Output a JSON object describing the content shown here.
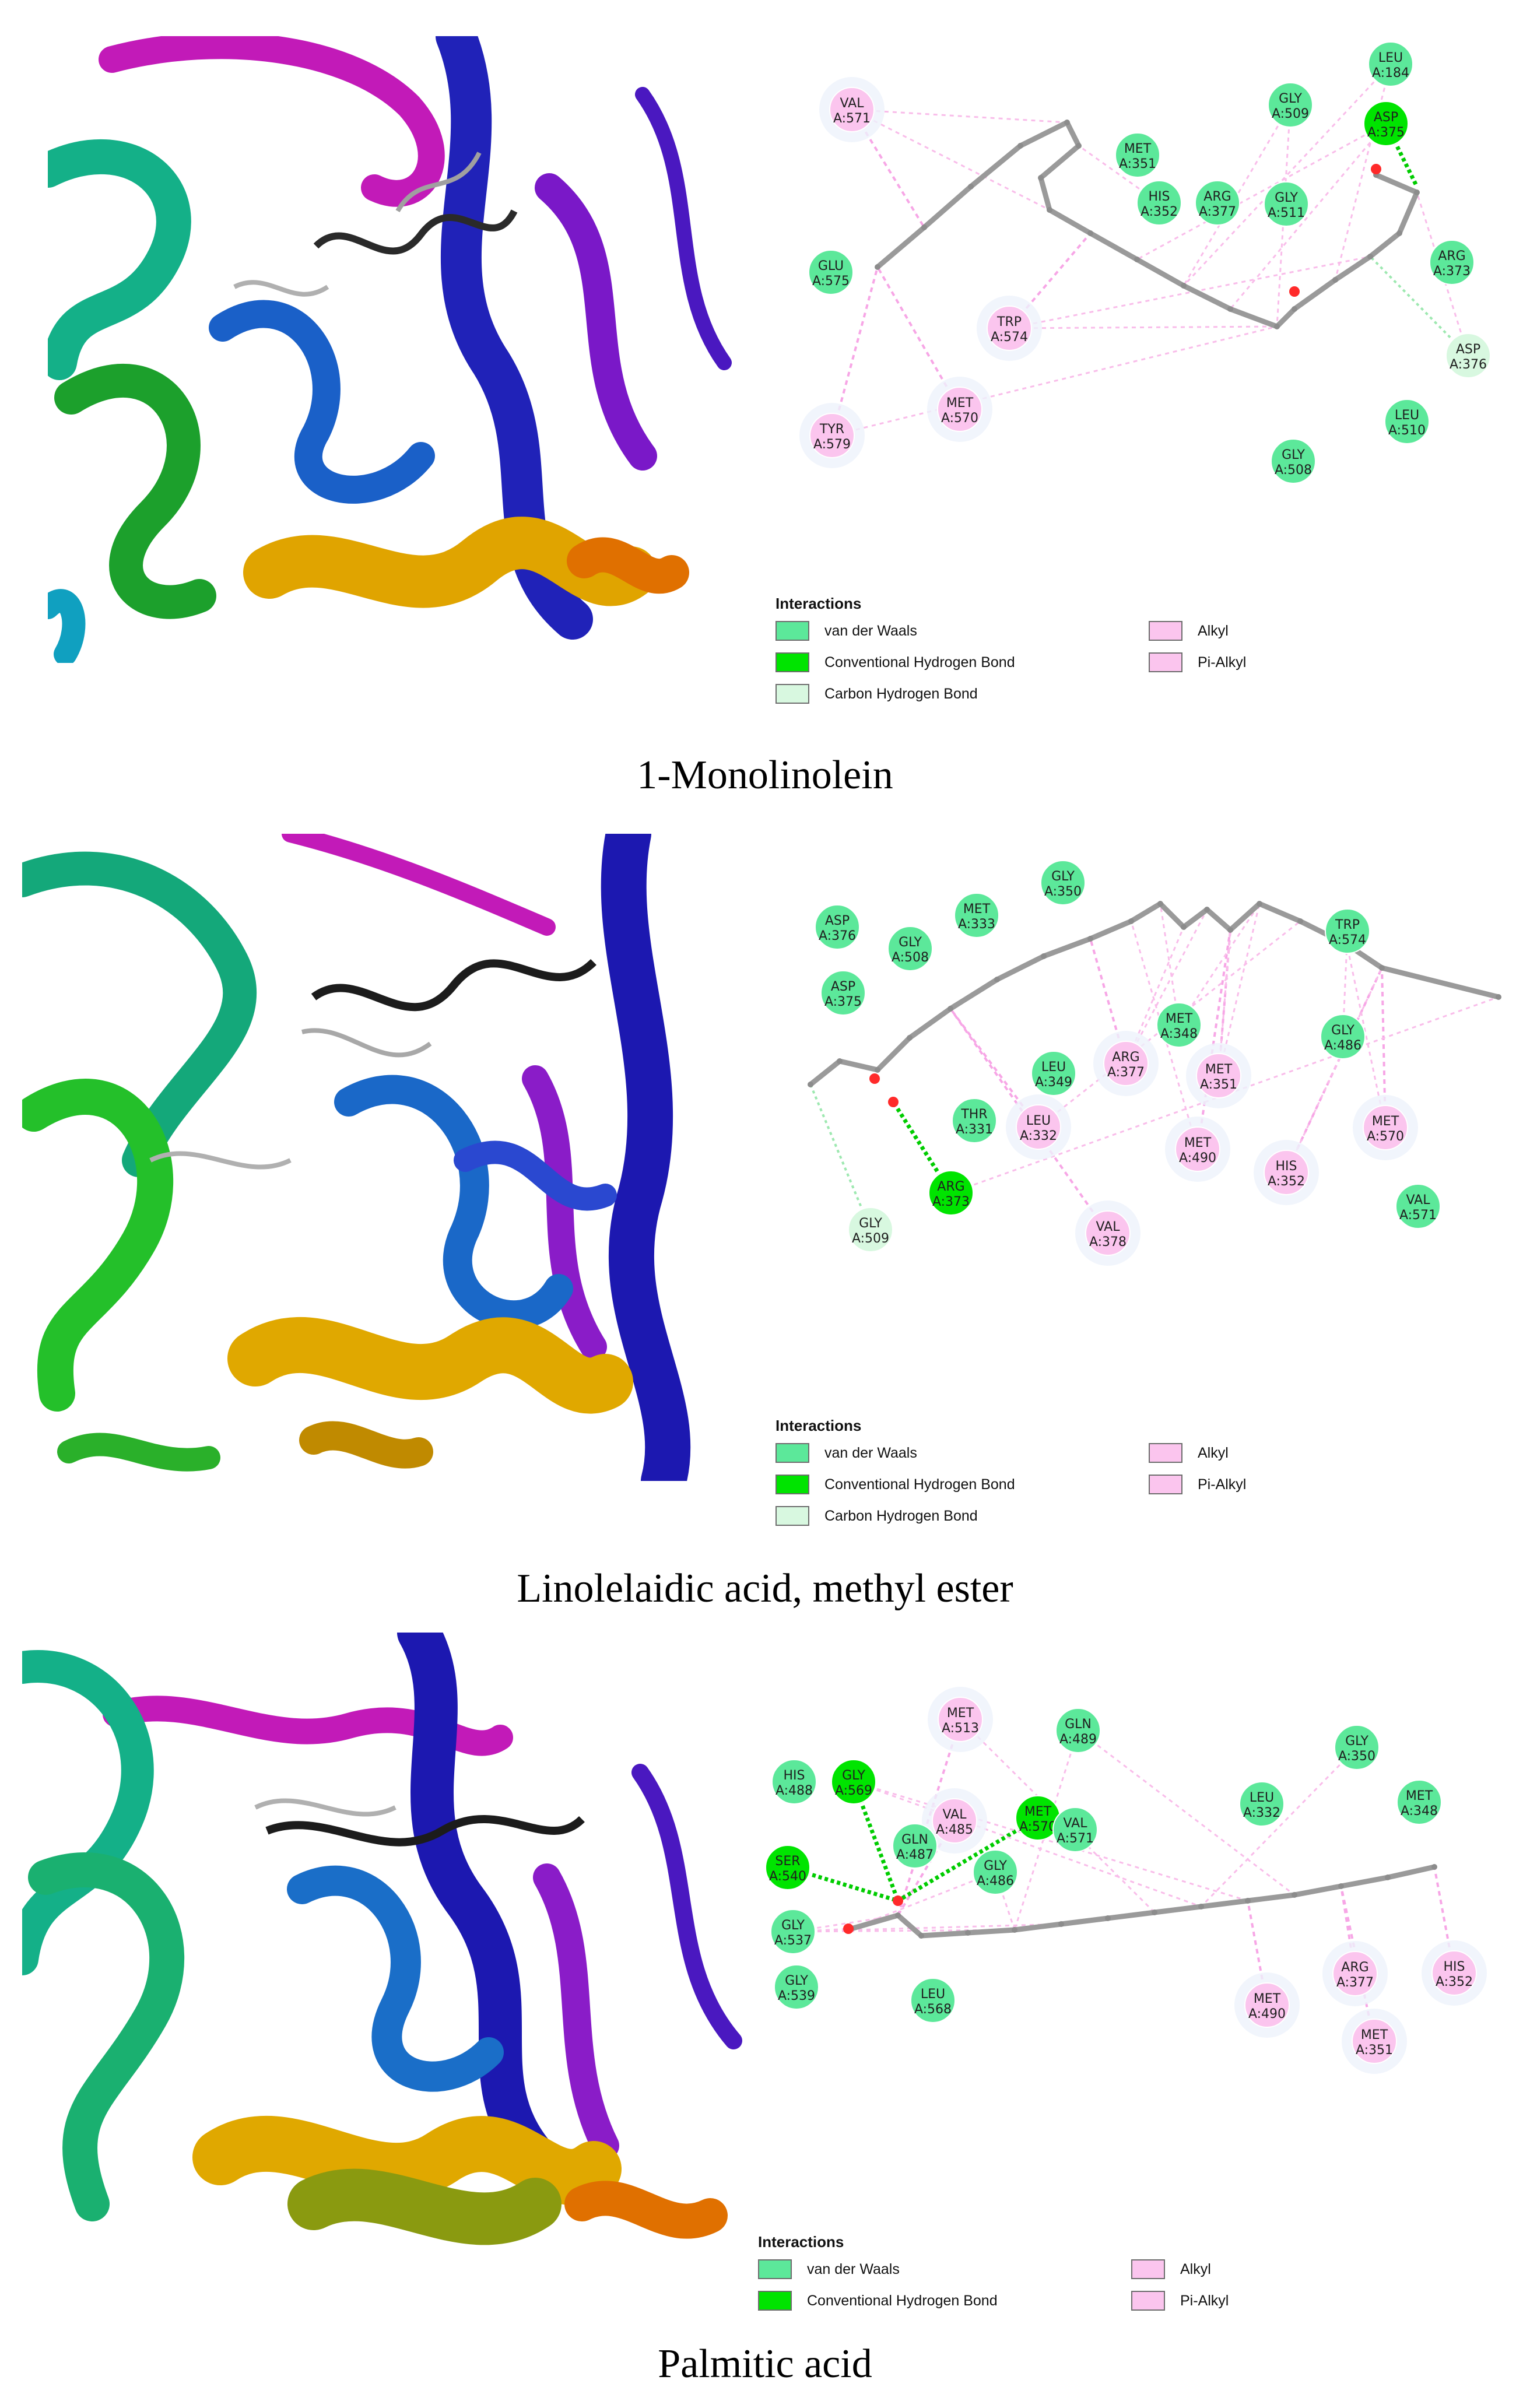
{
  "colors": {
    "van_der_waals": "#5ce89a",
    "conventional_hydrogen_bond": "#00e400",
    "carbon_hydrogen_bond": "#d8f8e0",
    "alkyl": "#fbc5ee",
    "pi_alkyl": "#fbc5ee",
    "ligand_bond": "#9a9a9a",
    "oxygen": "#ff2a2a"
  },
  "panels": [
    {
      "caption": "1-Monolinolein",
      "legend": {
        "title": "Interactions",
        "items": [
          {
            "label": "van der Waals",
            "type": "vdw"
          },
          {
            "label": "Conventional Hydrogen Bond",
            "type": "hb"
          },
          {
            "label": "Carbon Hydrogen Bond",
            "type": "chb"
          },
          {
            "label": "Alkyl",
            "type": "alkyl"
          },
          {
            "label": "Pi-Alkyl",
            "type": "pialkyl"
          }
        ]
      },
      "residues": [
        {
          "name": "VAL",
          "id": "A:571",
          "type": "alkyl"
        },
        {
          "name": "MET",
          "id": "A:351",
          "type": "vdw"
        },
        {
          "name": "GLY",
          "id": "A:509",
          "type": "vdw"
        },
        {
          "name": "LEU",
          "id": "A:184",
          "type": "vdw"
        },
        {
          "name": "ASP",
          "id": "A:375",
          "type": "hb"
        },
        {
          "name": "HIS",
          "id": "A:352",
          "type": "vdw"
        },
        {
          "name": "ARG",
          "id": "A:377",
          "type": "vdw"
        },
        {
          "name": "GLY",
          "id": "A:511",
          "type": "vdw"
        },
        {
          "name": "GLU",
          "id": "A:575",
          "type": "vdw"
        },
        {
          "name": "ARG",
          "id": "A:373",
          "type": "vdw"
        },
        {
          "name": "TRP",
          "id": "A:574",
          "type": "pialkyl"
        },
        {
          "name": "ASP",
          "id": "A:376",
          "type": "chb"
        },
        {
          "name": "MET",
          "id": "A:570",
          "type": "alkyl"
        },
        {
          "name": "LEU",
          "id": "A:510",
          "type": "vdw"
        },
        {
          "name": "TYR",
          "id": "A:579",
          "type": "alkyl"
        },
        {
          "name": "GLY",
          "id": "A:508",
          "type": "vdw"
        }
      ]
    },
    {
      "caption": "Linolelaidic acid, methyl ester",
      "legend": {
        "title": "Interactions",
        "items": [
          {
            "label": "van der Waals",
            "type": "vdw"
          },
          {
            "label": "Conventional Hydrogen Bond",
            "type": "hb"
          },
          {
            "label": "Carbon Hydrogen Bond",
            "type": "chb"
          },
          {
            "label": "Alkyl",
            "type": "alkyl"
          },
          {
            "label": "Pi-Alkyl",
            "type": "pialkyl"
          }
        ]
      },
      "residues": [
        {
          "name": "GLY",
          "id": "A:350",
          "type": "vdw"
        },
        {
          "name": "MET",
          "id": "A:333",
          "type": "vdw"
        },
        {
          "name": "ASP",
          "id": "A:376",
          "type": "vdw"
        },
        {
          "name": "GLY",
          "id": "A:508",
          "type": "vdw"
        },
        {
          "name": "TRP",
          "id": "A:574",
          "type": "vdw"
        },
        {
          "name": "ASP",
          "id": "A:375",
          "type": "vdw"
        },
        {
          "name": "MET",
          "id": "A:348",
          "type": "vdw"
        },
        {
          "name": "GLY",
          "id": "A:486",
          "type": "vdw"
        },
        {
          "name": "ARG",
          "id": "A:377",
          "type": "alkyl"
        },
        {
          "name": "LEU",
          "id": "A:349",
          "type": "vdw"
        },
        {
          "name": "MET",
          "id": "A:351",
          "type": "alkyl"
        },
        {
          "name": "THR",
          "id": "A:331",
          "type": "vdw"
        },
        {
          "name": "LEU",
          "id": "A:332",
          "type": "alkyl"
        },
        {
          "name": "MET",
          "id": "A:570",
          "type": "alkyl"
        },
        {
          "name": "MET",
          "id": "A:490",
          "type": "alkyl"
        },
        {
          "name": "HIS",
          "id": "A:352",
          "type": "alkyl"
        },
        {
          "name": "ARG",
          "id": "A:373",
          "type": "hb"
        },
        {
          "name": "VAL",
          "id": "A:571",
          "type": "vdw"
        },
        {
          "name": "GLY",
          "id": "A:509",
          "type": "chb"
        },
        {
          "name": "VAL",
          "id": "A:378",
          "type": "alkyl"
        }
      ]
    },
    {
      "caption": "Palmitic acid",
      "legend": {
        "title": "Interactions",
        "items": [
          {
            "label": "van der Waals",
            "type": "vdw"
          },
          {
            "label": "Conventional Hydrogen Bond",
            "type": "hb"
          },
          {
            "label": "Alkyl",
            "type": "alkyl"
          },
          {
            "label": "Pi-Alkyl",
            "type": "pialkyl"
          }
        ]
      },
      "residues": [
        {
          "name": "MET",
          "id": "A:513",
          "type": "alkyl"
        },
        {
          "name": "GLN",
          "id": "A:489",
          "type": "vdw"
        },
        {
          "name": "GLY",
          "id": "A:350",
          "type": "vdw"
        },
        {
          "name": "HIS",
          "id": "A:488",
          "type": "vdw"
        },
        {
          "name": "GLY",
          "id": "A:569",
          "type": "hb"
        },
        {
          "name": "LEU",
          "id": "A:332",
          "type": "vdw"
        },
        {
          "name": "MET",
          "id": "A:348",
          "type": "vdw"
        },
        {
          "name": "VAL",
          "id": "A:485",
          "type": "alkyl"
        },
        {
          "name": "MET",
          "id": "A:570",
          "type": "hb"
        },
        {
          "name": "VAL",
          "id": "A:571",
          "type": "vdw"
        },
        {
          "name": "GLN",
          "id": "A:487",
          "type": "vdw"
        },
        {
          "name": "SER",
          "id": "A:540",
          "type": "hb"
        },
        {
          "name": "GLY",
          "id": "A:486",
          "type": "vdw"
        },
        {
          "name": "GLY",
          "id": "A:537",
          "type": "vdw"
        },
        {
          "name": "ARG",
          "id": "A:377",
          "type": "alkyl"
        },
        {
          "name": "HIS",
          "id": "A:352",
          "type": "alkyl"
        },
        {
          "name": "GLY",
          "id": "A:539",
          "type": "vdw"
        },
        {
          "name": "LEU",
          "id": "A:568",
          "type": "vdw"
        },
        {
          "name": "MET",
          "id": "A:490",
          "type": "alkyl"
        },
        {
          "name": "MET",
          "id": "A:351",
          "type": "alkyl"
        }
      ]
    }
  ]
}
